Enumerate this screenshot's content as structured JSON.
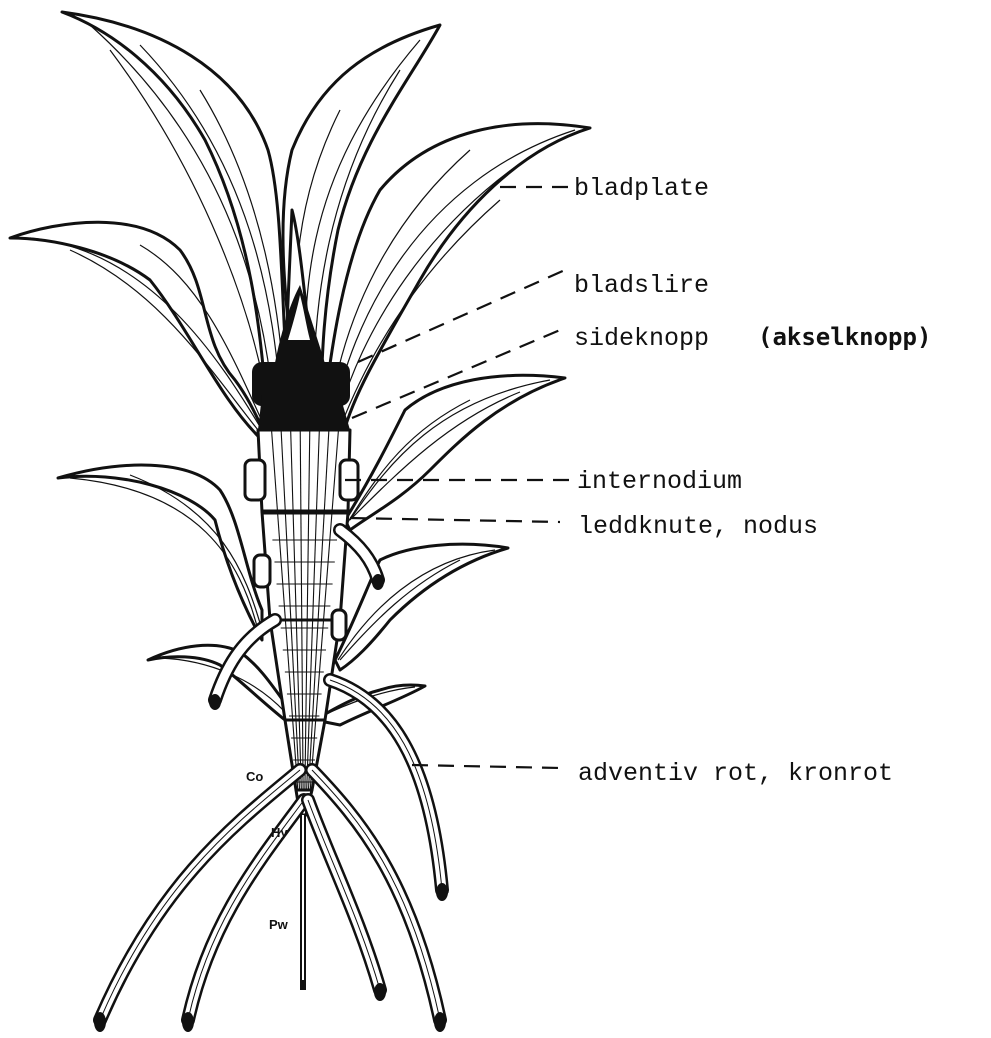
{
  "labels": {
    "bladplate": "bladplate",
    "bladslire": "bladslire",
    "sideknopp": "sideknopp",
    "akselknopp": "(akselknopp)",
    "internodium": "internodium",
    "nodus": "leddknute, nodus",
    "rot": "adventiv rot, kronrot"
  },
  "small_labels": {
    "co": "Co",
    "hy": "Hy",
    "pw": "Pw"
  }
}
